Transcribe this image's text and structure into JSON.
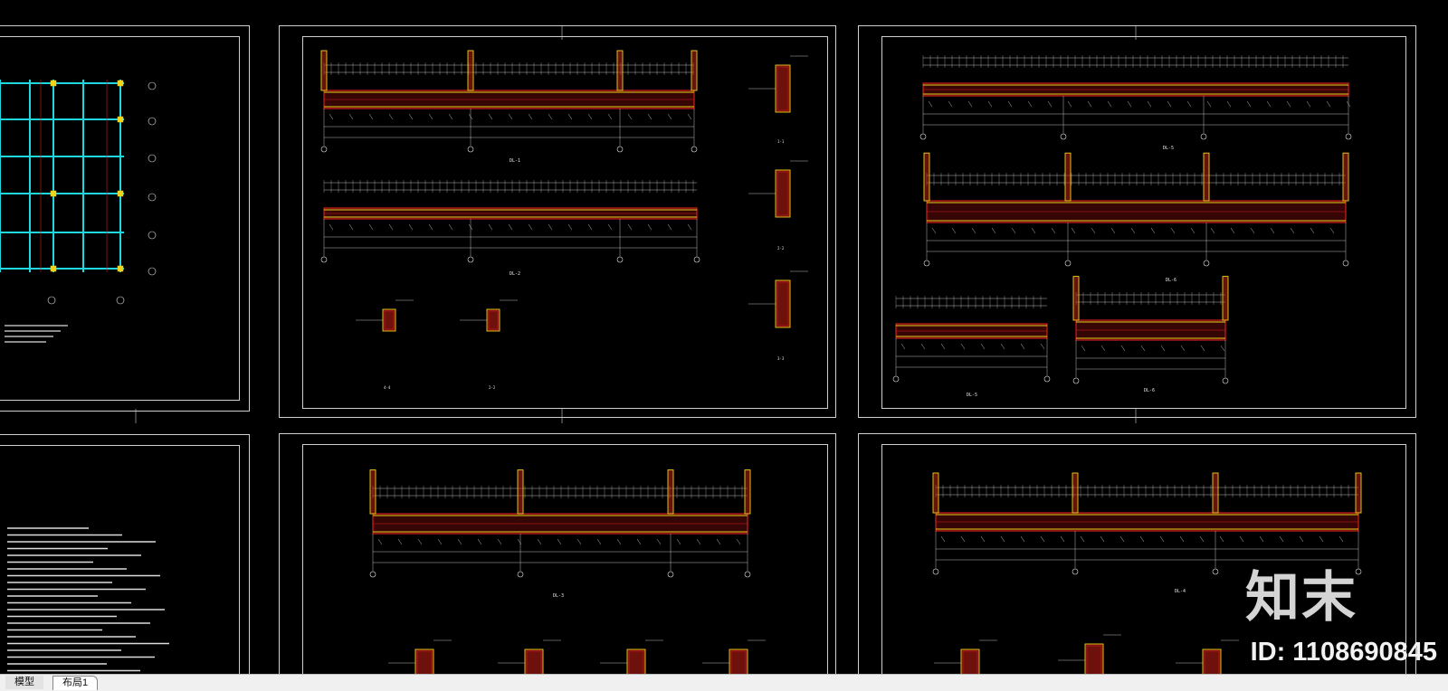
{
  "watermark": {
    "logo_text": "知末",
    "id_text": "ID: 1108690845"
  },
  "tabs": [
    {
      "label": "模型"
    },
    {
      "label": "布局1"
    }
  ],
  "beam_labels": {
    "dl1": "DL-1",
    "dl2": "DL-2",
    "dl3": "DL-3",
    "dl4": "DL-4",
    "dl5a": "DL-5",
    "dl5b": "DL-5",
    "dl6a": "DL-6",
    "dl6b": "DL-6"
  },
  "section_labels": {
    "s11": "1-1",
    "s22": "2-2",
    "s33": "3-3",
    "s44": "4-4",
    "s55": "2-2"
  },
  "colors": {
    "background": "#000000",
    "frame": "#cfcfcf",
    "beam_red": "#d21f1f",
    "beam_yellow": "#f2d21b",
    "grid_cyan": "#1fd7e0",
    "dim_white": "#e8e8e8"
  }
}
